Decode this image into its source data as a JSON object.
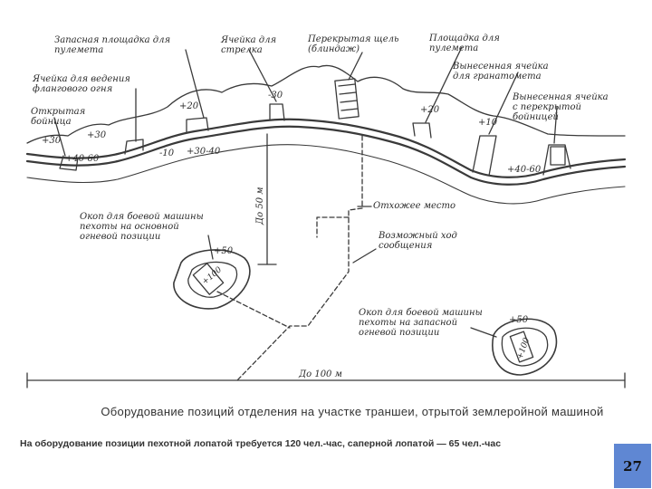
{
  "labels": {
    "reserve_mg": "Запасная площадка для\nпулемета",
    "rifle_cell": "Ячейка для\nстрелка",
    "covered_slot": "Перекрытая щель\n(блиндаж)",
    "mg_platform": "Площадка для\nпулемета",
    "flank_cell": "Ячейка для ведения\nфлангового огня",
    "open_loophole": "Открытая\nбойница",
    "grenadier_cell": "Вынесенная ячейка\nдля гранатомета",
    "covered_loophole_cell": "Вынесенная ячейка\nс перекрытой\nбойницей",
    "latrine": "Отхожее место",
    "main_ifv_trench": "Окоп для боевой машины\nпехоты на основной\nогневой позиции",
    "comm_trench": "Возможный ход\nсообщения",
    "reserve_ifv_trench": "Окоп для боевой машины\nпехоты на запасной\nогневой позиции"
  },
  "marks": {
    "p30_left": "+30",
    "p30_mid": "+30",
    "p40_60_left": "+40-60",
    "p20_left": "+20",
    "m30": "-30",
    "p20_right": "+20",
    "p10_right": "+10",
    "p40_60_right": "+40-60",
    "m10": "-10",
    "p30_40": "+30-40",
    "p50_main": "+50",
    "p100_main": "+100",
    "p50_reserve": "+50",
    "p100_reserve": "+100"
  },
  "dimensions": {
    "dist_50": "До 50 м",
    "dist_100": "До 100 м"
  },
  "caption": "Оборудование позиций отделения на участке траншеи, отрытой землеройной машиной",
  "footnote": "На оборудование позиции пехотной лопатой требуется 120 чел.-час, саперной лопатой — 65 чел.-час",
  "page_number": "27"
}
